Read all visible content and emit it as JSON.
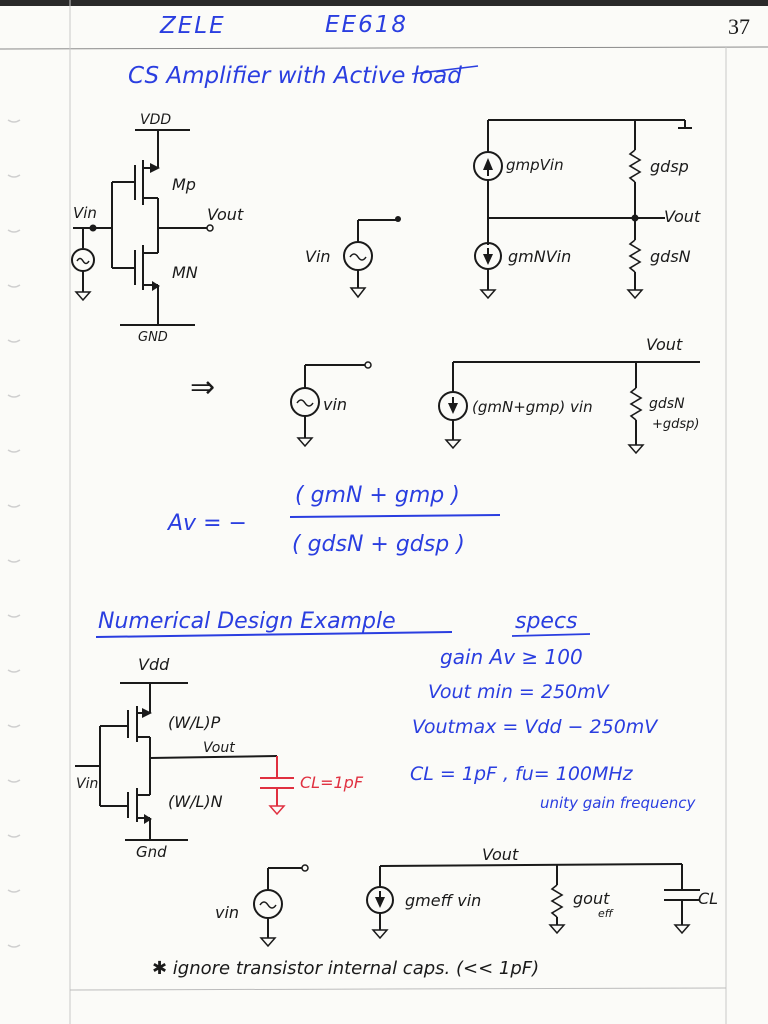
{
  "header": {
    "author": "ZELE",
    "course": "EE618",
    "page_number": "37"
  },
  "section1": {
    "title": "CS Amplifier with Active load",
    "schematic": {
      "vdd": "VDD",
      "mp": "Mp",
      "mn": "MN",
      "vin": "Vin",
      "vout": "Vout",
      "gnd": "GND"
    },
    "small_signal": {
      "vin": "Vin",
      "gmp_source": "gmpVin",
      "gdsp": "gdsp",
      "gmn_source": "gmNVin",
      "gdsn": "gdsN",
      "vout": "Vout"
    },
    "arrow": "⇒",
    "equivalent": {
      "vin": "vin",
      "vout": "Vout",
      "source": "(gmN+gmp) vin",
      "conductance_top": "gdsN",
      "conductance_bottom": "+gdsp)"
    },
    "gain": {
      "lhs": "Av = −",
      "numerator": "( gmN + gmp )",
      "denominator": "( gdsN + gdsp )"
    }
  },
  "section2": {
    "title": "Numerical Design Example",
    "schematic": {
      "vdd": "Vdd",
      "wl_p": "(W/L)P",
      "wl_n": "(W/L)N",
      "vin": "Vin",
      "vout": "Vout",
      "gnd": "Gnd",
      "cl": "CL=1pF"
    },
    "specs": {
      "heading": "specs",
      "lines": [
        "gain  Av ≥ 100",
        "Vout min  =  250mV",
        "Voutmax =  Vdd − 250mV",
        "CL = 1pF ,  fu= 100MHz"
      ],
      "note": "unity gain frequency"
    },
    "small_signal": {
      "vin": "vin",
      "vout": "Vout",
      "source": "gmeff vin",
      "gout": "gout",
      "gout_sub": "eff",
      "cl": "CL"
    },
    "footnote": "✱  ignore transistor internal caps.   (<< 1pF)"
  },
  "colors": {
    "ink_black": "#1a1a1a",
    "ink_blue": "#2a3ee0",
    "ink_red": "#e03040",
    "paper": "#fbfbf8",
    "margin_line": "#c8c8c8"
  }
}
